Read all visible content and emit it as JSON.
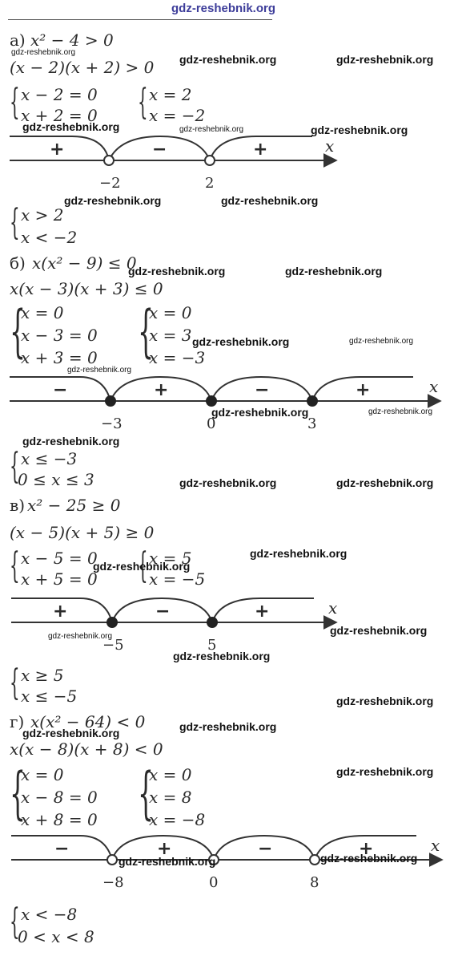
{
  "watermark": "gdz-reshebnik.org",
  "parts": {
    "a": {
      "label": "а)",
      "l1": "x² − 4 > 0",
      "l2": "(x − 2)(x + 2) > 0",
      "s1": [
        "x − 2 = 0",
        "x + 2 = 0"
      ],
      "s2": [
        "x = 2",
        "x = −2"
      ],
      "signs": [
        "+",
        "−",
        "+"
      ],
      "ticks": [
        "−2",
        "2"
      ],
      "var": "x",
      "ans": [
        "x > 2",
        "x < −2"
      ]
    },
    "b": {
      "label": "б)",
      "l1": "x(x² − 9) ≤ 0",
      "l2": "x(x − 3)(x + 3) ≤ 0",
      "s1": [
        "x = 0",
        "x − 3 = 0",
        "x + 3 = 0"
      ],
      "s2": [
        "x = 0",
        "x = 3",
        "x = −3"
      ],
      "signs": [
        "−",
        "+",
        "−",
        "+"
      ],
      "ticks": [
        "−3",
        "0",
        "3"
      ],
      "var": "x",
      "ans": [
        "x ≤ −3",
        "0 ≤ x ≤ 3"
      ]
    },
    "c": {
      "label": "в)",
      "l1": "x² − 25 ≥ 0",
      "l2": "(x − 5)(x + 5) ≥ 0",
      "s1": [
        "x − 5 = 0",
        "x + 5 = 0"
      ],
      "s2": [
        "x = 5",
        "x = −5"
      ],
      "signs": [
        "+",
        "−",
        "+"
      ],
      "ticks": [
        "−5",
        "5"
      ],
      "var": "x",
      "ans": [
        "x ≥ 5",
        "x ≤ −5"
      ]
    },
    "d": {
      "label": "г)",
      "l1": "x(x² − 64) < 0",
      "l2": "x(x − 8)(x + 8) < 0",
      "s1": [
        "x = 0",
        "x − 8 = 0",
        "x + 8 = 0"
      ],
      "s2": [
        "x = 0",
        "x = 8",
        "x = −8"
      ],
      "signs": [
        "−",
        "+",
        "−",
        "+"
      ],
      "ticks": [
        "−8",
        "0",
        "8"
      ],
      "var": "x",
      "ans": [
        "x < −8",
        "0 < x < 8"
      ]
    }
  }
}
